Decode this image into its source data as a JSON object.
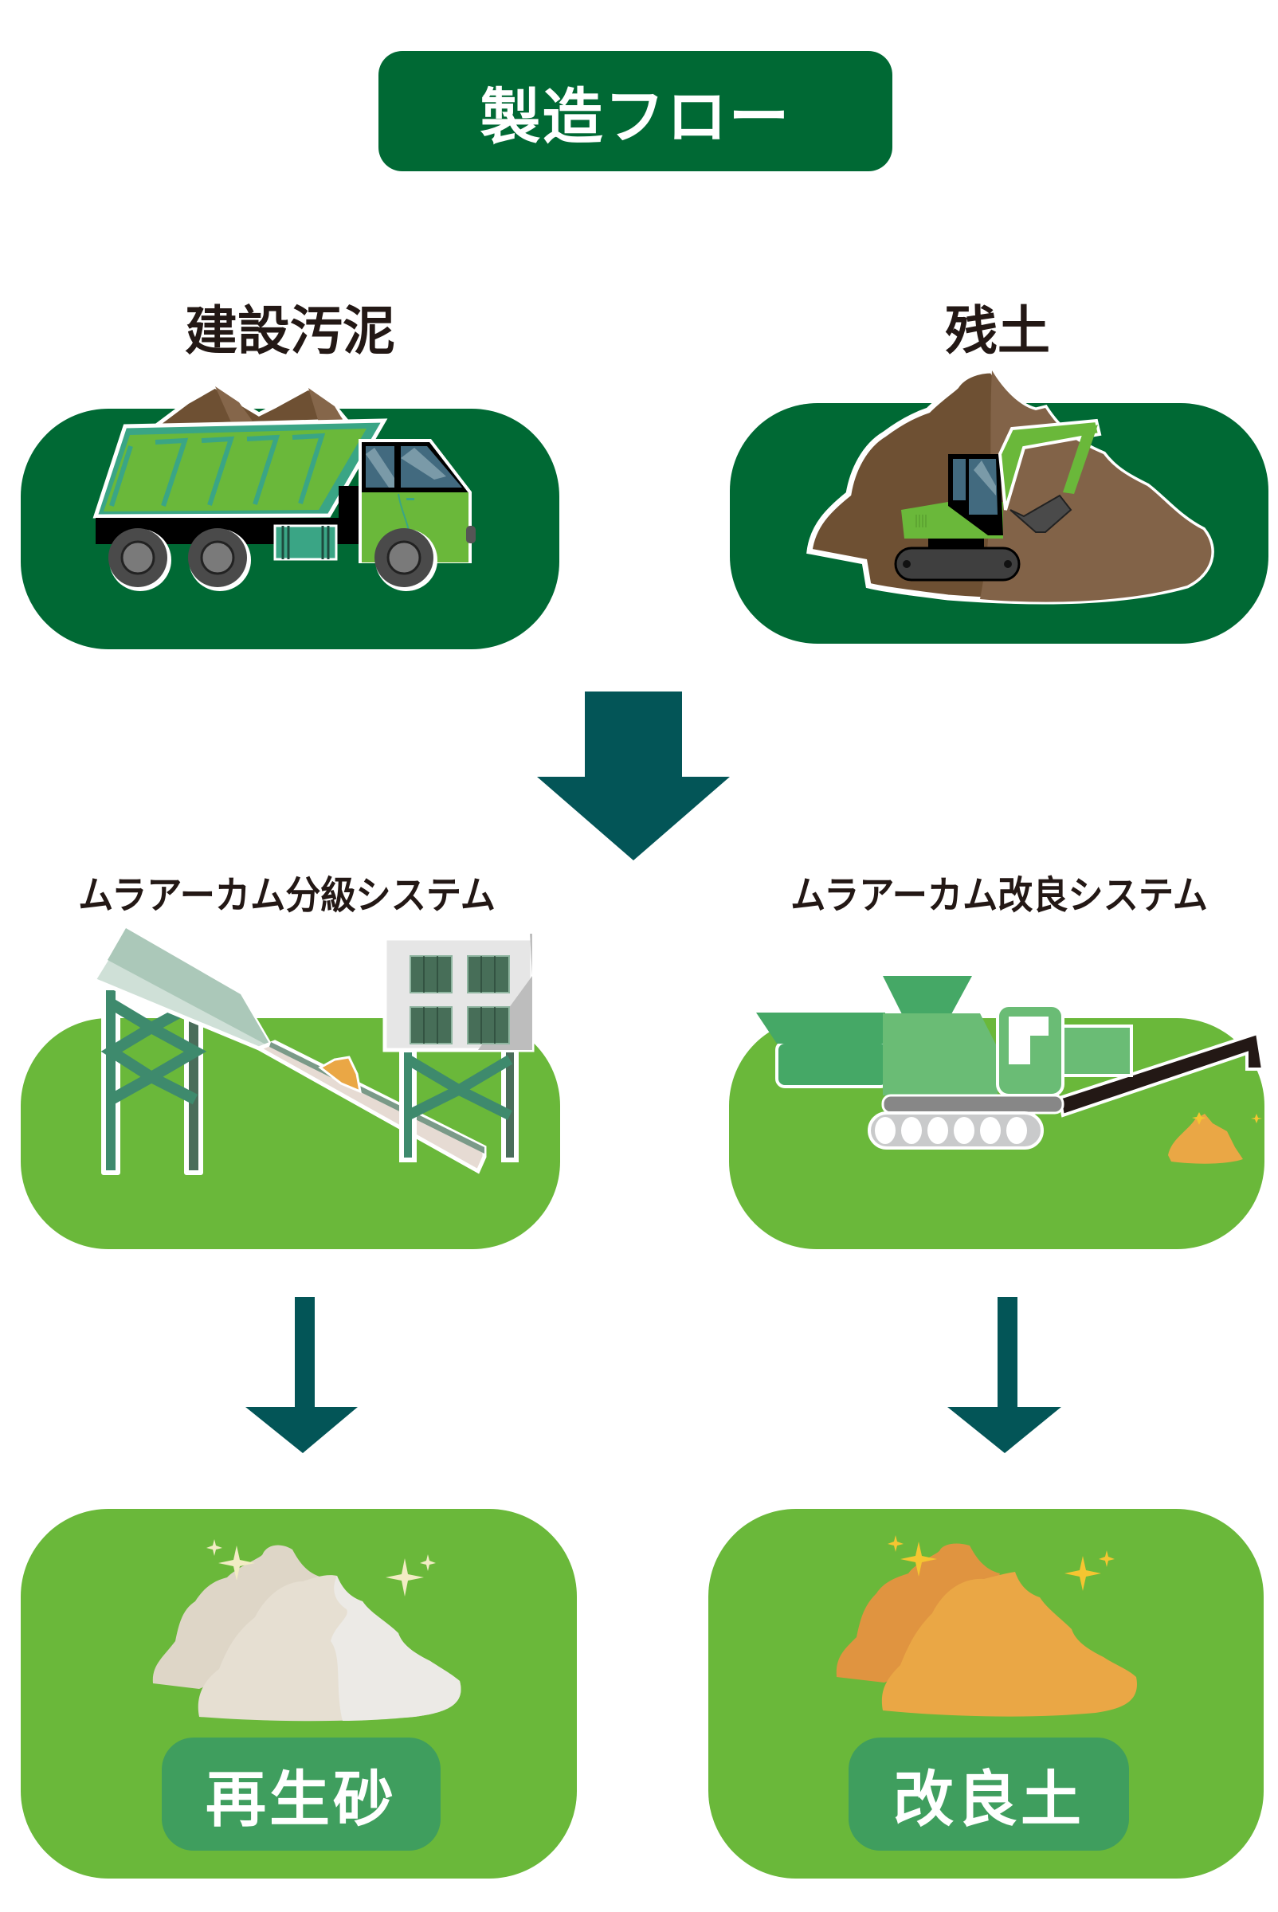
{
  "header": {
    "title": "製造フロー"
  },
  "sources": [
    {
      "label": "建設汚泥",
      "illustration": "dump-truck-with-sludge"
    },
    {
      "label": "残土",
      "illustration": "excavator-on-soil-mound"
    }
  ],
  "systems": [
    {
      "label": "ムラアーカム分級システム",
      "illustration": "classifier-plant"
    },
    {
      "label": "ムラアーカム改良システム",
      "illustration": "soil-improvement-machine"
    }
  ],
  "products": [
    {
      "label": "再生砂",
      "illustration": "recycled-sand-pile"
    },
    {
      "label": "改良土",
      "illustration": "improved-soil-pile"
    }
  ],
  "colors": {
    "dark_green": "#006934",
    "light_green": "#6ab83a",
    "label_green": "#3f9e5e",
    "arrow": "#035557",
    "text_dark": "#231815",
    "soil_brown": "#6e5033",
    "improved_soil": "#eaa745",
    "recycled_sand": "#e6dfd2"
  }
}
